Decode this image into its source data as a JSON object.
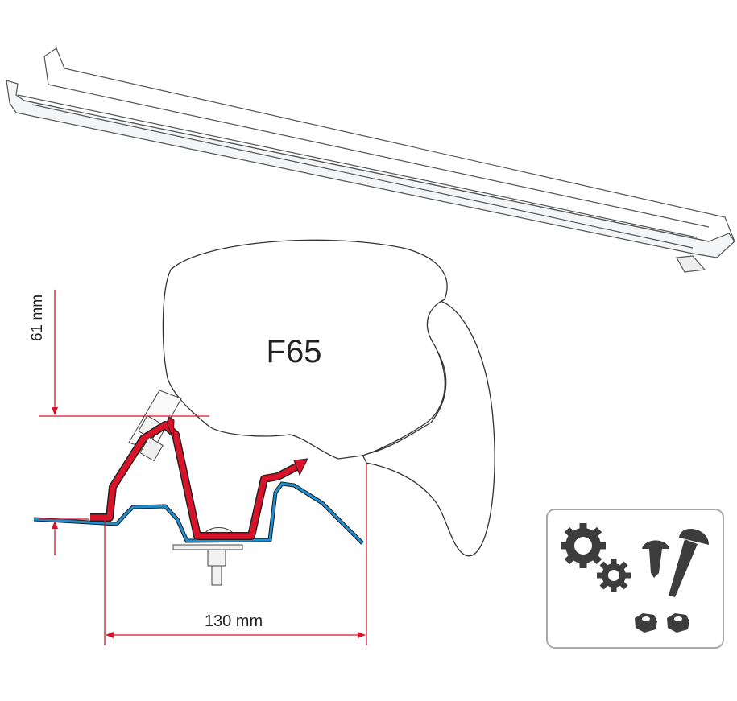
{
  "diagram": {
    "model_label": "F65",
    "height_dimension": "61 mm",
    "width_dimension": "130 mm"
  },
  "kit_box": {
    "icons": [
      "gears-icon",
      "screw-icon",
      "screw-icon",
      "nut-icon",
      "nut-icon"
    ]
  },
  "colors": {
    "bracket": "#d9142a",
    "roof_profile": "#1f8fcf",
    "dimension_lines": "#d9142a",
    "icon_fill": "#3d3d3d"
  }
}
